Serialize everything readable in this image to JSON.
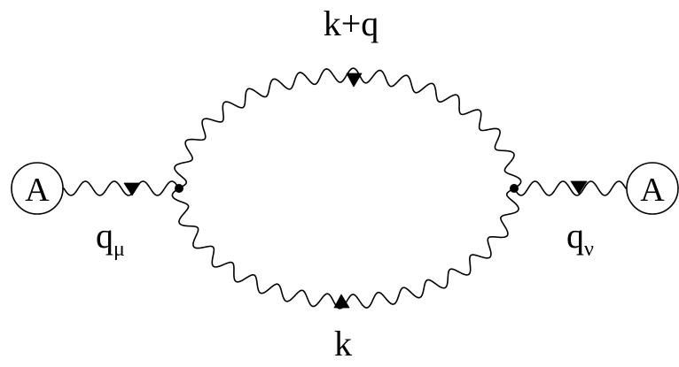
{
  "diagram": {
    "left_source": {
      "label": "A"
    },
    "right_source": {
      "label": "A"
    },
    "top_momentum": {
      "label": "k+q"
    },
    "bottom_momentum": {
      "label": "k"
    },
    "left_momentum": {
      "base": "q",
      "subscript": "μ"
    },
    "right_momentum": {
      "base": "q",
      "subscript": "ν"
    }
  }
}
